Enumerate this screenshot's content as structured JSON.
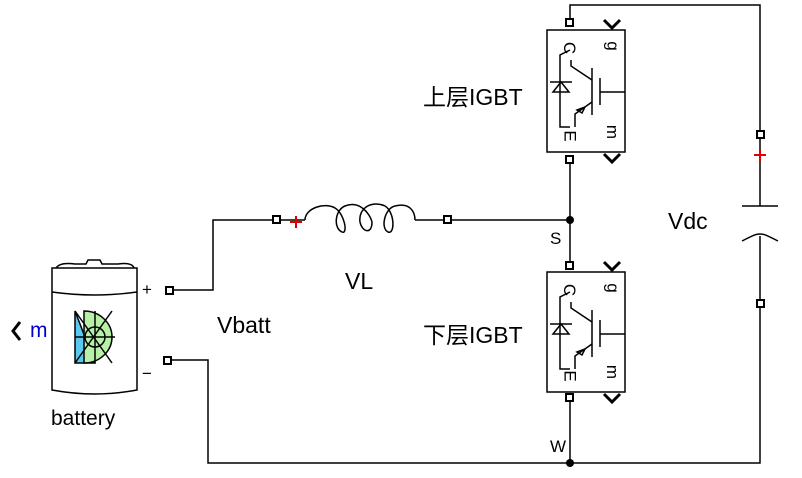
{
  "components": {
    "battery": {
      "label": "battery",
      "measure_port": "m",
      "plus": "+",
      "minus": "−"
    },
    "battery_voltage": {
      "label": "Vbatt"
    },
    "inductor": {
      "label": "VL",
      "polarity": "+"
    },
    "upper_igbt": {
      "label": "上层IGBT",
      "pins": {
        "c": "C",
        "g": "g",
        "e": "E",
        "m": "m"
      }
    },
    "lower_igbt": {
      "label": "下层IGBT",
      "pins": {
        "c": "C",
        "g": "g",
        "e": "E",
        "m": "m"
      }
    },
    "capacitor": {
      "label": "Vdc",
      "polarity": "+"
    },
    "nodes": {
      "s": "S",
      "w": "W"
    }
  },
  "colors": {
    "wire": "#000000",
    "polarity": "#e00000",
    "measure_port": "#0000cc",
    "battery_blue": "#5bc8f0",
    "battery_green": "#b8f0a8"
  }
}
